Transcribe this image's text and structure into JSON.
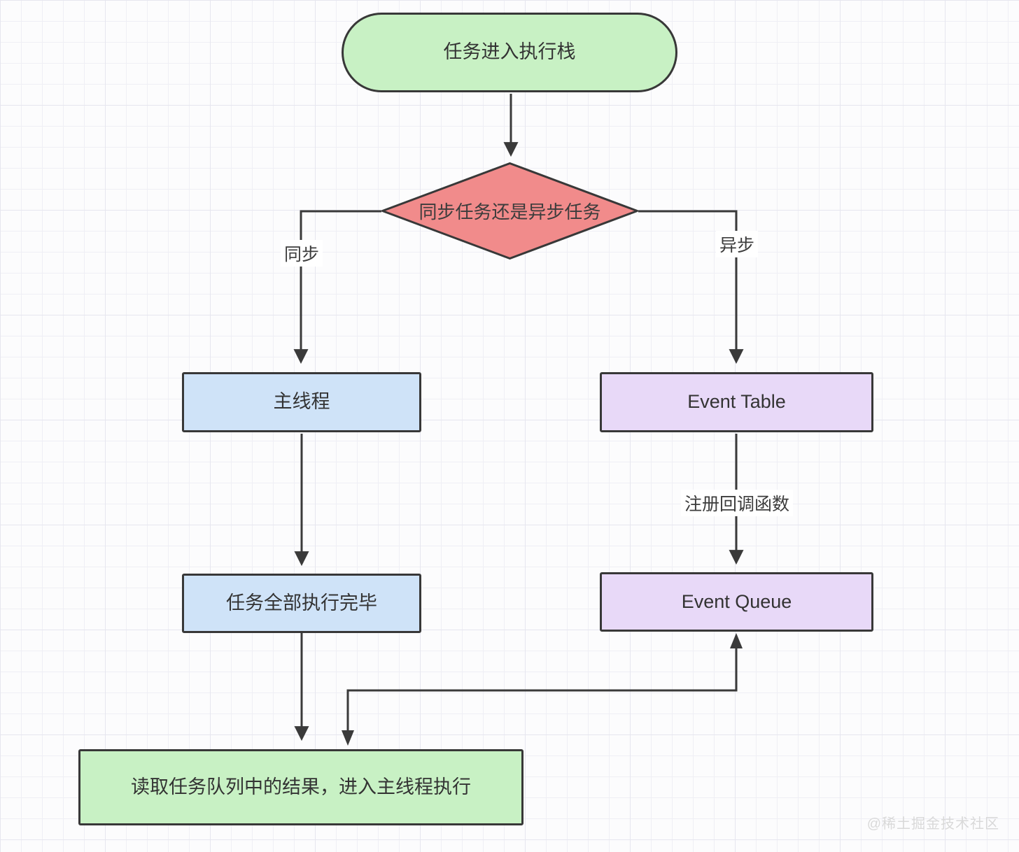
{
  "diagram_type": "flowchart",
  "nodes": {
    "start": {
      "label": "任务进入执行栈",
      "shape": "stadium",
      "fill": "#c8f1c4"
    },
    "decision": {
      "label": "同步任务还是异步任务",
      "shape": "diamond",
      "fill": "#f18b8b"
    },
    "main_thread": {
      "label": "主线程",
      "shape": "rect",
      "fill": "#cfe3f8"
    },
    "event_table": {
      "label": "Event Table",
      "shape": "rect",
      "fill": "#e8d9f8"
    },
    "tasks_done": {
      "label": "任务全部执行完毕",
      "shape": "rect",
      "fill": "#cfe3f8"
    },
    "event_queue": {
      "label": "Event Queue",
      "shape": "rect",
      "fill": "#e8d9f8"
    },
    "read_result": {
      "label": "读取任务队列中的结果，进入主线程执行",
      "shape": "rect",
      "fill": "#c8f1c4"
    }
  },
  "edge_labels": {
    "sync": "同步",
    "async": "异步",
    "register_callback": "注册回调函数"
  },
  "watermark": "@稀土掘金技术社区",
  "colors": {
    "stroke": "#3a3a3a",
    "node_green": "#c8f1c4",
    "node_red": "#f18b8b",
    "node_blue": "#cfe3f8",
    "node_purple": "#e8d9f8",
    "background": "#fcfcfd",
    "grid_line": "#efeff5",
    "watermark_gray": "#d9d9d9"
  }
}
